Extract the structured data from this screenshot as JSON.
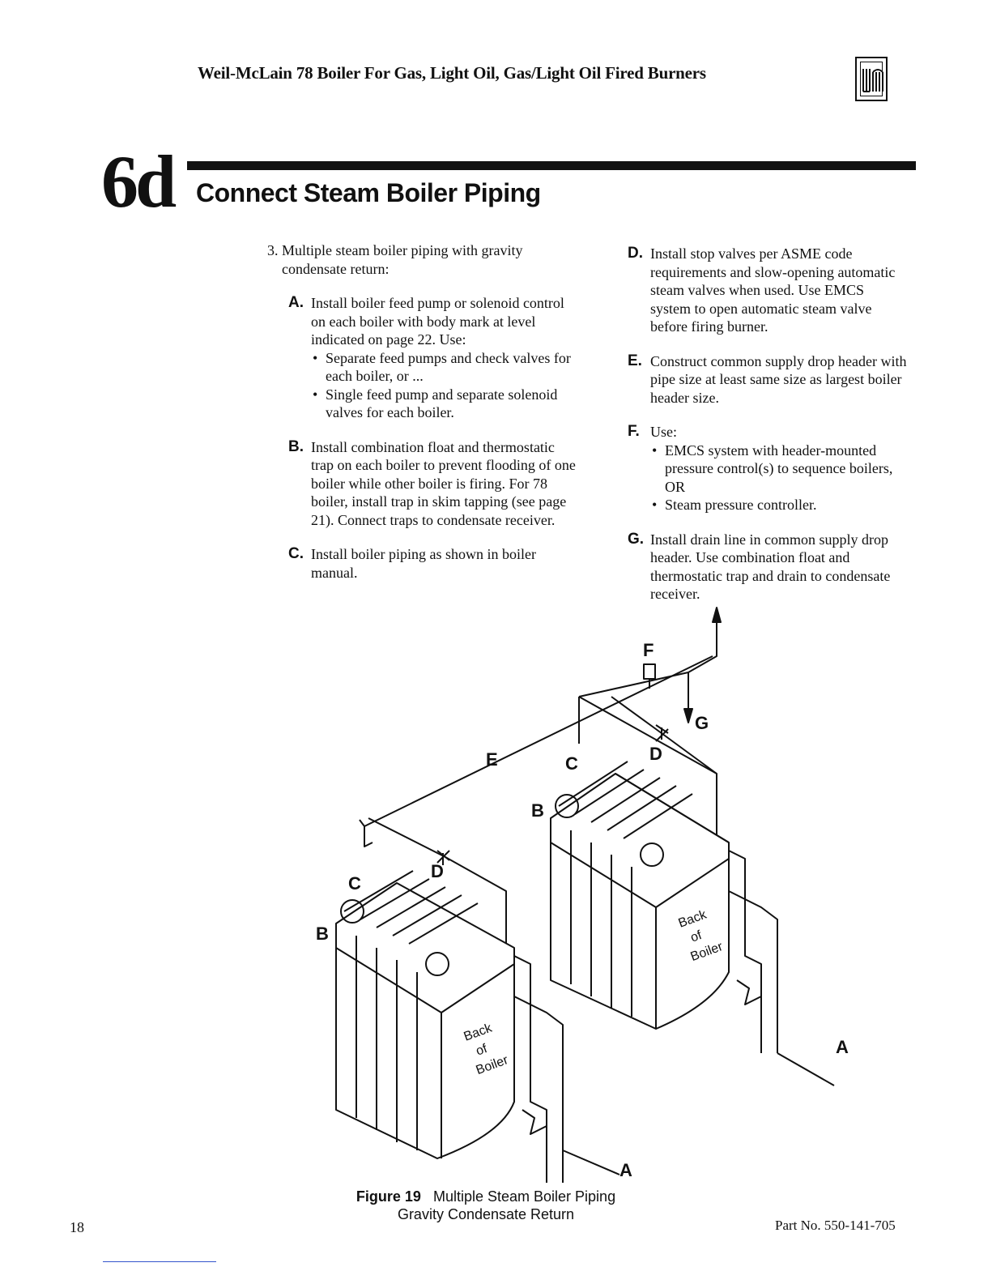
{
  "header": {
    "title": "Weil-McLain 78 Boiler For Gas, Light Oil, Gas/Light Oil Fired Burners",
    "logo_icon": "wm-logo-icon"
  },
  "section": {
    "number": "6d",
    "title": "Connect Steam Boiler Piping"
  },
  "left_column": {
    "intro_num": "3.",
    "intro": "Multiple steam boiler piping with gravity condensate return:",
    "steps": [
      {
        "letter": "A.",
        "text": "Install boiler feed pump or solenoid control on each boiler with body mark at level indicated on page 22. Use:",
        "bullets": [
          "Separate feed pumps and check valves for each boiler, or ...",
          "Single feed pump and separate solenoid valves for each boiler."
        ]
      },
      {
        "letter": "B.",
        "text": "Install combination float and thermostatic trap on each boiler to prevent flooding of one boiler while other boiler is firing. For 78 boiler, install trap in skim tapping (see page 21). Connect traps to condensate receiver."
      },
      {
        "letter": "C.",
        "text": "Install boiler piping as shown in boiler manual."
      }
    ]
  },
  "right_column": {
    "steps": [
      {
        "letter": "D.",
        "text": "Install stop valves per ASME code requirements and slow-opening automatic steam valves when used. Use EMCS system to open automatic steam valve before firing burner."
      },
      {
        "letter": "E.",
        "text": "Construct common supply drop header with pipe size at least same size as largest boiler header size."
      },
      {
        "letter": "F.",
        "text": "Use:",
        "bullets": [
          "EMCS system with header-mounted pressure control(s) to sequence boilers, OR",
          "Steam pressure controller."
        ]
      },
      {
        "letter": "G.",
        "text": "Install drain line in common supply drop header. Use combination float and thermostatic trap and drain to condensate receiver."
      }
    ]
  },
  "diagram": {
    "labels": {
      "A": "A",
      "B": "B",
      "C": "C",
      "D": "D",
      "E": "E",
      "F": "F",
      "G": "G"
    },
    "boiler_text": [
      "Back",
      "of",
      "Boiler"
    ]
  },
  "figure": {
    "label": "Figure 19",
    "title": "Multiple Steam Boiler Piping",
    "subtitle": "Gravity Condensate Return"
  },
  "footer": {
    "page_number": "18",
    "part_number": "Part No. 550-141-705"
  }
}
